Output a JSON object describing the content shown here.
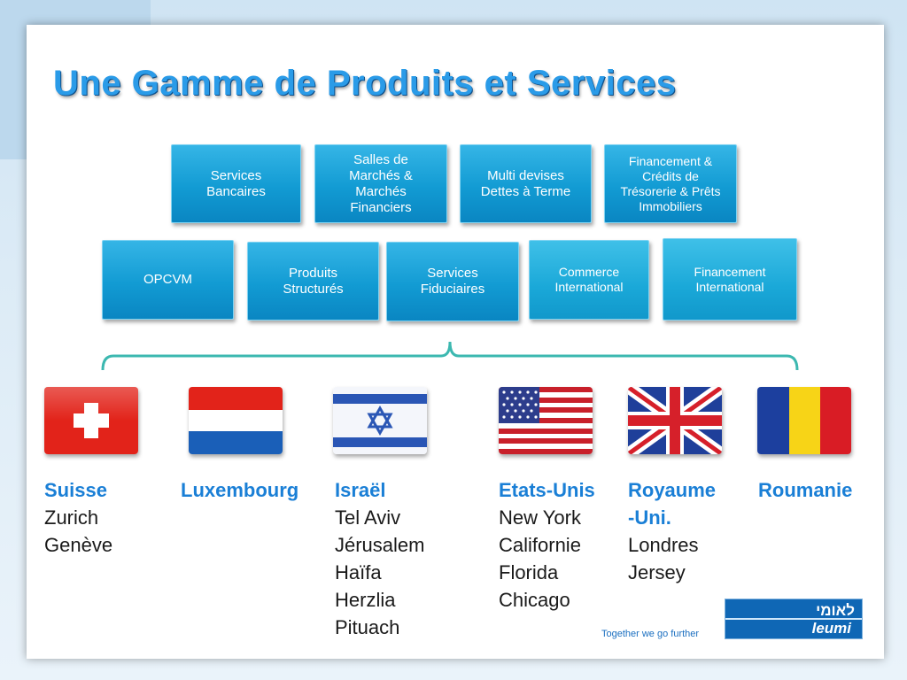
{
  "title": "Une Gamme de Produits et Services",
  "row1": [
    {
      "label": "Services\nBancaires"
    },
    {
      "label": "Salles de\nMarchés &\nMarchés\nFinanciers"
    },
    {
      "label": "Multi devises\nDettes à Terme"
    },
    {
      "label": "Financement &\nCrédits de\nTrésorerie & Prêts\nImmobiliers"
    }
  ],
  "row2": [
    {
      "label": "OPCVM"
    },
    {
      "label": "Produits\nStructurés"
    },
    {
      "label": "Services\nFiduciaires"
    },
    {
      "label": "Commerce\nInternational"
    },
    {
      "label": "Financement\nInternational"
    }
  ],
  "countries": [
    {
      "name": "Suisse",
      "cities": [
        "Zurich",
        "Genève"
      ],
      "flag": "switzerland-flag-icon"
    },
    {
      "name": "Luxembourg",
      "cities": [],
      "flag": "luxembourg-flag-icon"
    },
    {
      "name": "Israël",
      "cities": [
        "Tel Aviv",
        "Jérusalem",
        "Haïfa",
        "Herzlia",
        "Pituach"
      ],
      "flag": "israel-flag-icon"
    },
    {
      "name": "Etats-Unis",
      "cities": [
        "New York",
        "Californie",
        "Florida",
        "Chicago"
      ],
      "flag": "usa-flag-icon"
    },
    {
      "name": "Royaume\n-Uni.",
      "cities": [
        "Londres",
        "Jersey"
      ],
      "flag": "uk-flag-icon"
    },
    {
      "name": "Roumanie",
      "cities": [],
      "flag": "romania-flag-icon"
    }
  ],
  "logo": {
    "hebrew": "לאומי",
    "english": "leumi",
    "tagline": "Together we go further"
  },
  "colors": {
    "title": "#2a9be8",
    "box": "#129bd3",
    "country_name": "#1a7fd6",
    "logo": "#0f67b5"
  }
}
